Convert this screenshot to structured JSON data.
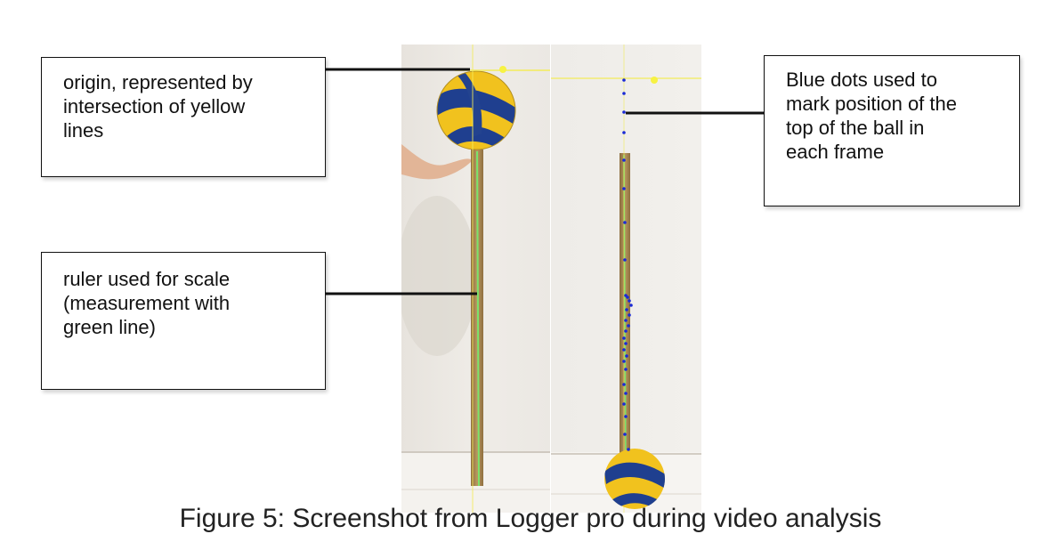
{
  "labels": {
    "origin": [
      "origin, represented by",
      "intersection of yellow",
      "lines"
    ],
    "ruler": [
      "ruler used for scale",
      "(measurement with",
      "green line)"
    ],
    "dots": [
      "Blue dots used to",
      "mark position of the",
      "top of the ball in",
      "each frame"
    ]
  },
  "caption": "Figure 5: Screenshot from Logger pro during video analysis",
  "colors": {
    "axis_yellow": "#f3ec5a",
    "scale_green": "#7be36b",
    "marker_blue": "#1a2ad6",
    "ball_yellow": "#f1c21e",
    "ball_blue": "#1f3f8f",
    "ruler_wood": "#b08f58"
  },
  "icons": [
    "volleyball-icon",
    "ruler-icon",
    "position-dot-icon"
  ]
}
